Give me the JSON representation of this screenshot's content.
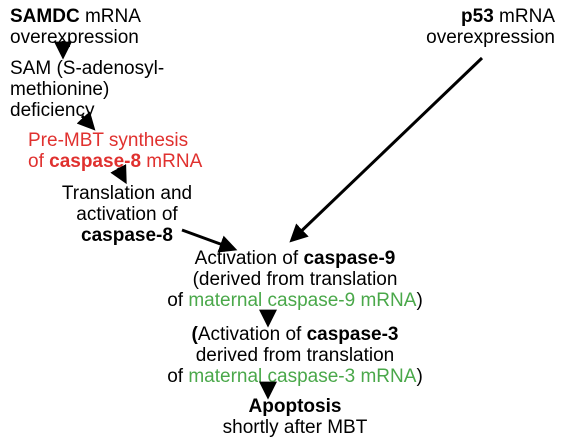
{
  "nodes": {
    "samdc": {
      "line1_bold": "SAMDC",
      "line1_rest": " mRNA",
      "line2": "overexpression"
    },
    "sam": {
      "line1": "SAM (S-adenosyl-",
      "line2": "methionine)",
      "line3": "deficiency"
    },
    "premb": {
      "line1": "Pre-MBT synthesis",
      "line2_pre": "of ",
      "line2_bold": "caspase-8",
      "line2_post": " mRNA"
    },
    "translation": {
      "line1": "Translation and",
      "line2": "activation of",
      "line3_bold": "caspase-8"
    },
    "p53": {
      "line1_bold": "p53",
      "line1_rest": " mRNA",
      "line2": "overexpression"
    },
    "casp9": {
      "line1_pre": "Activation of ",
      "line1_bold": "caspase-9",
      "line2": "(derived from translation",
      "line3_pre": "of ",
      "line3_green": "maternal caspase-9 mRNA",
      "line3_post": ")"
    },
    "casp3": {
      "line1_open": "(",
      "line1_pre": "Activation of ",
      "line1_bold": "caspase-3",
      "line2": "derived from translation",
      "line3_pre": "of ",
      "line3_green": "maternal caspase-3 mRNA",
      "line3_post": ")"
    },
    "apoptosis": {
      "line1_bold": "Apoptosis",
      "line2": "shortly after MBT"
    }
  },
  "colors": {
    "text": "#000000",
    "highlight_red": "#e0312f",
    "highlight_green": "#4aa84a"
  }
}
